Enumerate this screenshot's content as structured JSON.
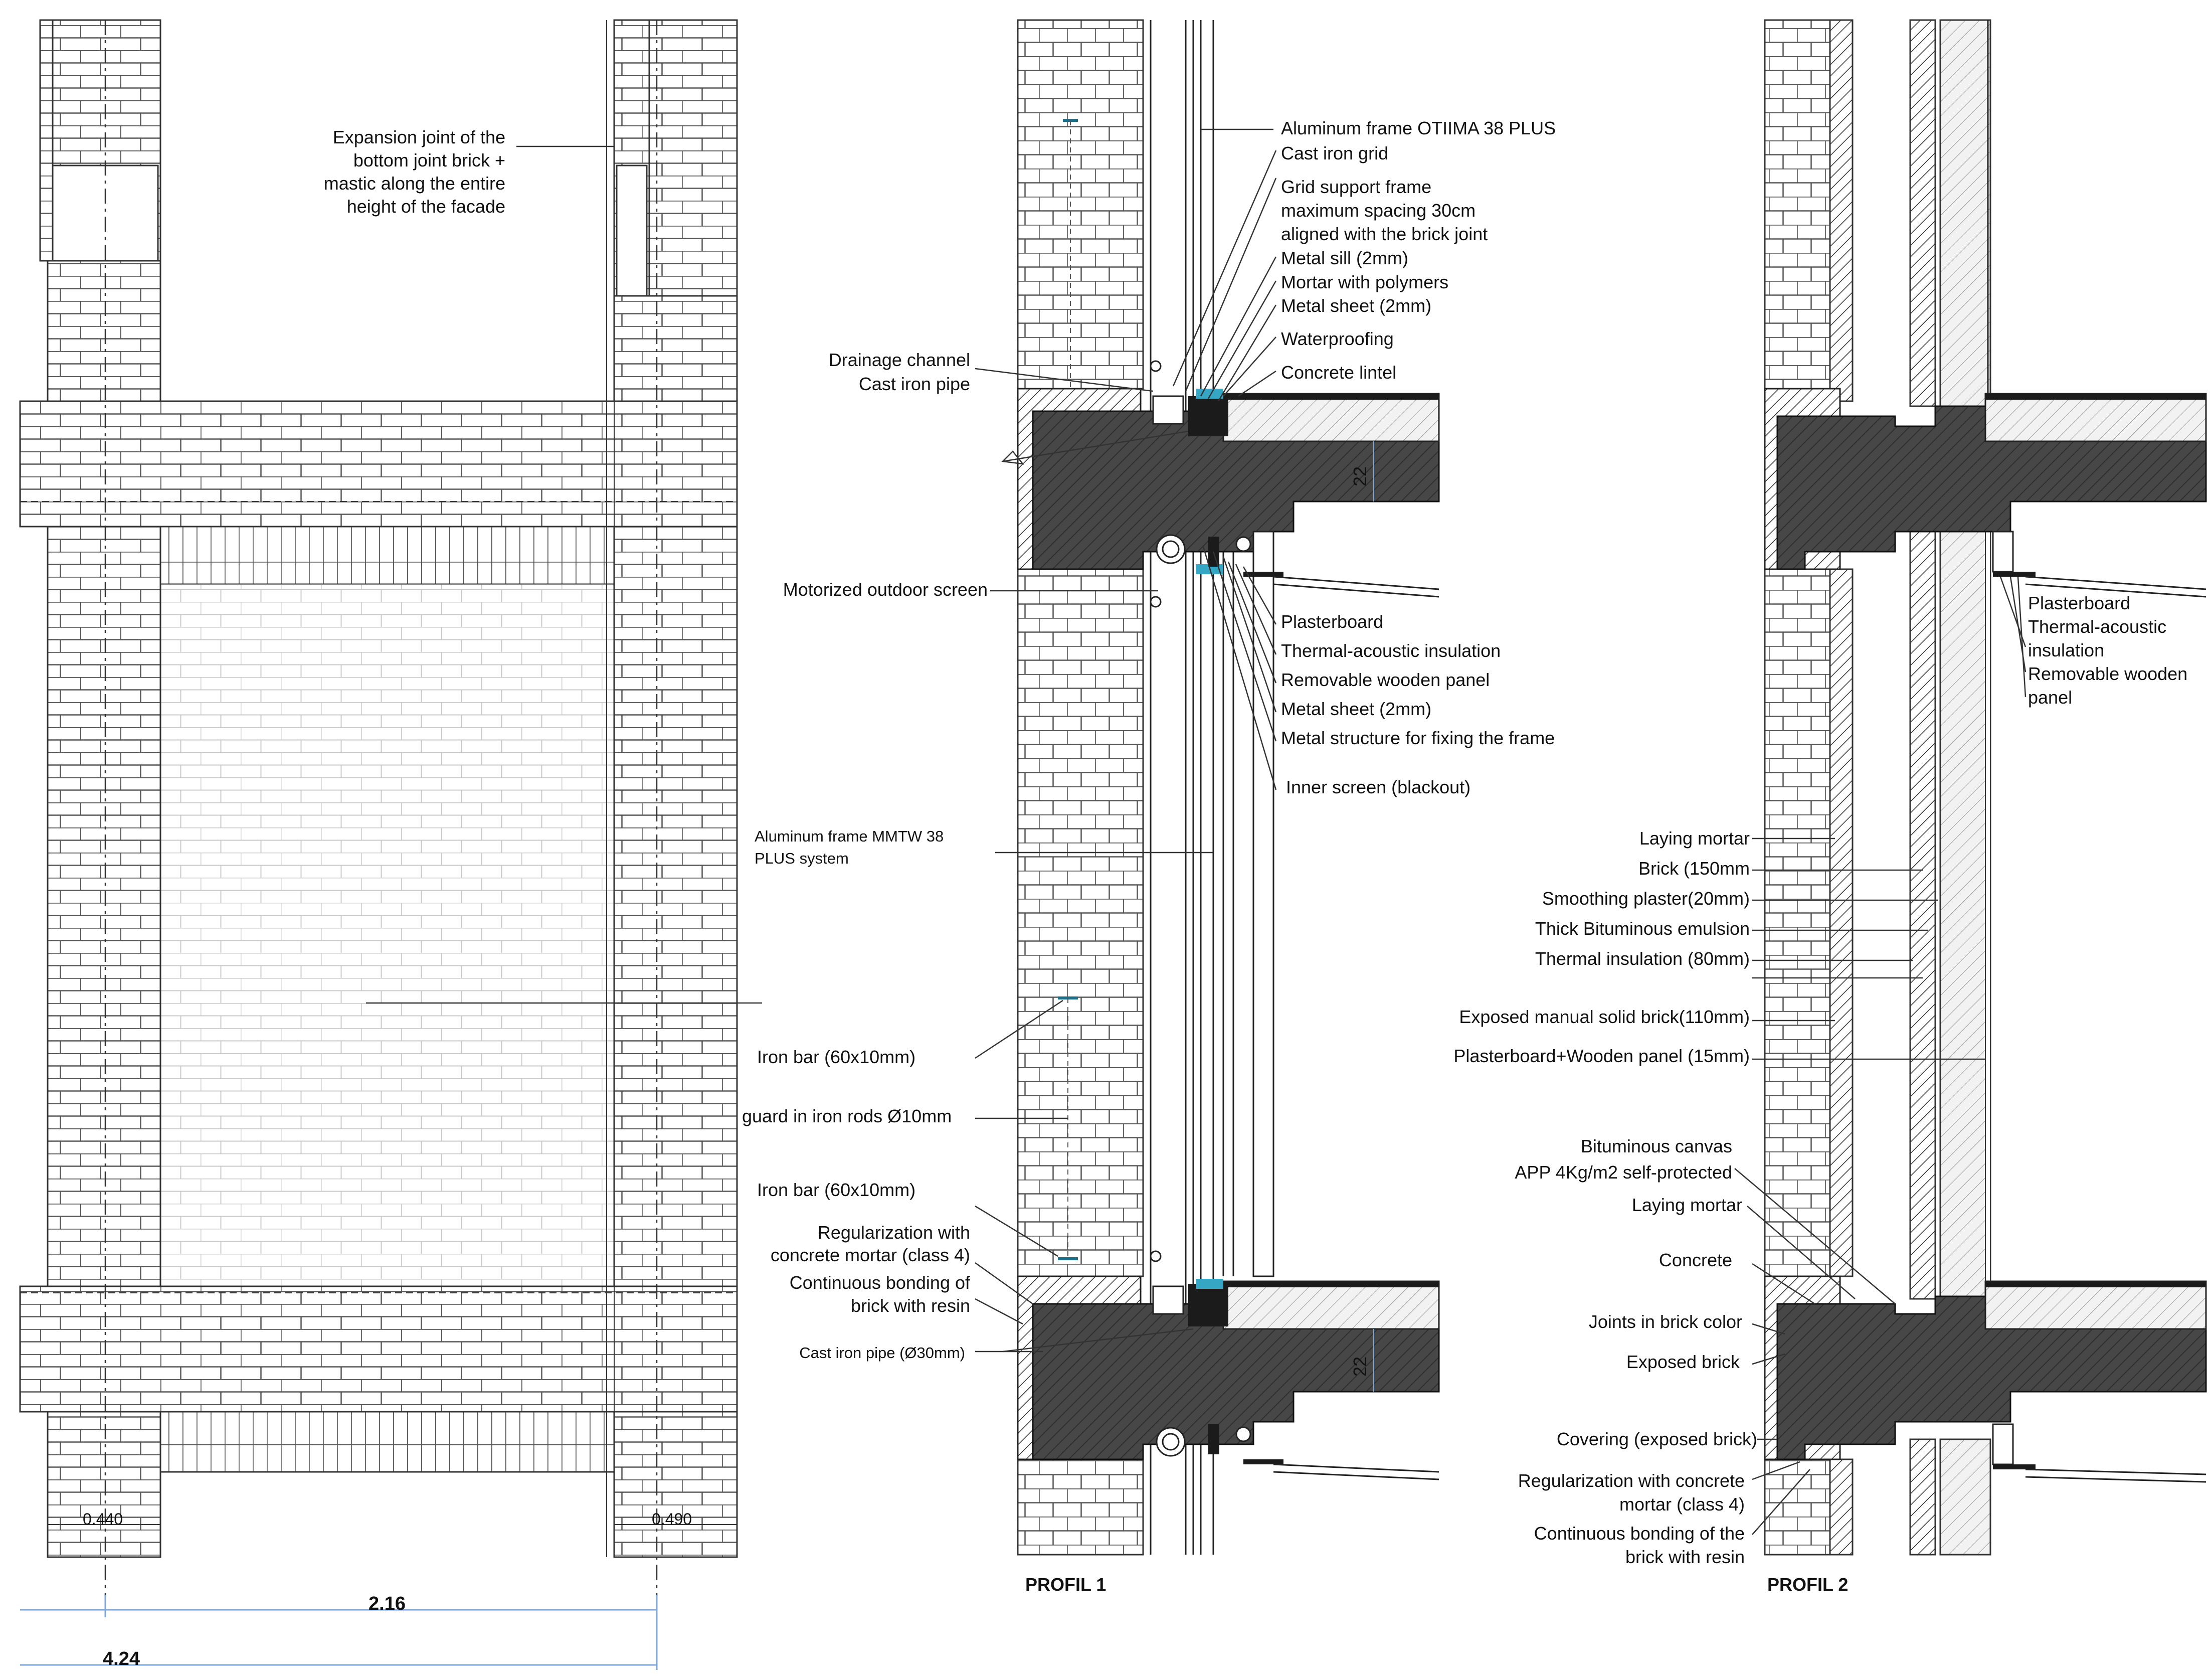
{
  "elevation": {
    "expansion_joint_label": [
      "Expansion joint of the",
      "bottom joint brick +",
      "mastic along the entire",
      "height of the facade"
    ],
    "dim_left_pier": "0.440",
    "dim_right_pier": "0.490",
    "dim_opening": "2.16",
    "dim_total": "4.24"
  },
  "profil1": {
    "title": "PROFIL 1",
    "dim_slab_top": "22",
    "dim_slab_bottom": "22",
    "labels_right": [
      "Aluminum frame OTIIMA 38 PLUS",
      "Cast iron grid",
      "Grid support frame",
      "maximum spacing 30cm",
      "aligned with the brick joint",
      "Metal sill (2mm)",
      "Mortar with polymers",
      "Metal sheet (2mm)",
      "Waterproofing",
      "Concrete lintel",
      "Plasterboard",
      "Thermal-acoustic insulation",
      "Removable wooden panel",
      "Metal sheet (2mm)",
      "Metal structure for fixing the frame",
      "Inner screen (blackout)"
    ],
    "labels_left": [
      "Drainage channel",
      "Cast iron pipe",
      "Motorized outdoor screen",
      "Aluminum frame MMTW 38",
      "PLUS system",
      "Iron bar (60x10mm)",
      "guard in iron rods Ø10mm",
      "Iron bar (60x10mm)",
      "Regularization with",
      "concrete mortar (class 4)",
      "Continuous bonding of",
      "brick with resin",
      "Cast iron pipe (Ø30mm)"
    ]
  },
  "profil2": {
    "title": "PROFIL 2",
    "labels_right": [
      "Plasterboard",
      "Thermal-acoustic",
      "insulation",
      "Removable wooden",
      "panel"
    ],
    "labels_left": [
      "Laying mortar",
      "Brick (150mm",
      "Smoothing plaster(20mm)",
      "Thick Bituminous emulsion",
      "Thermal insulation (80mm)",
      "Exposed manual solid brick(110mm)",
      "Plasterboard+Wooden panel (15mm)",
      "Bituminous canvas",
      "APP 4Kg/m2 self-protected",
      "Laying mortar",
      "Concrete",
      "Joints in brick color",
      "Exposed brick",
      "Covering (exposed brick)",
      "Regularization with concrete",
      "mortar (class 4)",
      "Continuous bonding of the",
      "brick with  resin"
    ]
  },
  "colors": {
    "line": "#222222",
    "brick_line": "#555555",
    "concrete": "#4a4a4a",
    "dark": "#1b1b1b",
    "accent_cyan": "#35a6c4",
    "leader": "#333333",
    "dim_blue": "#7fa7d6"
  }
}
